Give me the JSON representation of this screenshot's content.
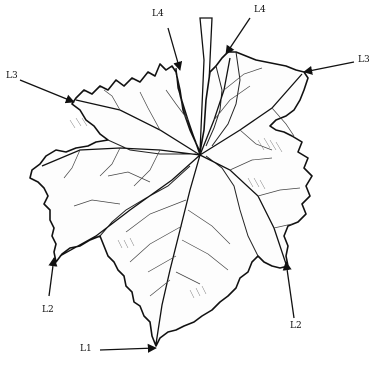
{
  "diagram": {
    "subject": "grape leaf line drawing",
    "labels": {
      "l4_left": "L4",
      "l4_right": "L4",
      "l3_left": "L3",
      "l3_right": "L3",
      "l2_left": "L2",
      "l2_right": "L2",
      "l1": "L1"
    },
    "colors": {
      "stroke": "#111111",
      "background": "#ffffff"
    }
  }
}
